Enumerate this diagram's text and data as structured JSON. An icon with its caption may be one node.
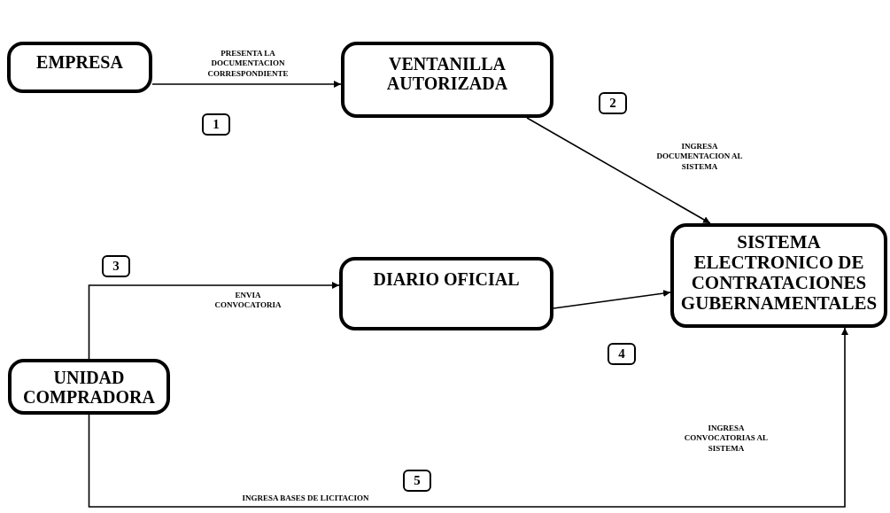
{
  "diagram": {
    "nodes": [
      {
        "text": [
          "EMPRESA"
        ]
      },
      {
        "text": [
          "VENTANILLA AUTORIZADA"
        ]
      },
      {
        "text": [
          "SISTEMA ELECTRONICO DE CONTRATACIONES GUBERNAMENTALES"
        ]
      },
      {
        "text": [
          "DIARIO OFICIAL"
        ]
      },
      {
        "text": [
          "UNIDAD COMPRADORA"
        ]
      }
    ],
    "edges": [
      {
        "from": 0,
        "to": 1,
        "arrow": "to",
        "label": "PRESENTA LA DOCUMENTACION CORRESPONDIENTE"
      },
      {
        "from": 1,
        "to": 2,
        "arrow": "to",
        "label": "INGRESA DOCUMENTACION AL SISTEMA"
      },
      {
        "from": 4,
        "to": 3,
        "arrow": "to",
        "label": "ENVIA CONVOCATORIA"
      },
      {
        "from": 3,
        "to": 2,
        "arrow": "to"
      },
      {
        "from": 4,
        "to": 2,
        "arrow": "to",
        "label": "INGRESA BASES DE LICITACION"
      }
    ],
    "labels": [
      "1",
      "2",
      "3",
      "4",
      "INGRESA CONVOCATORIAS AL SISTEMA",
      "5"
    ]
  }
}
